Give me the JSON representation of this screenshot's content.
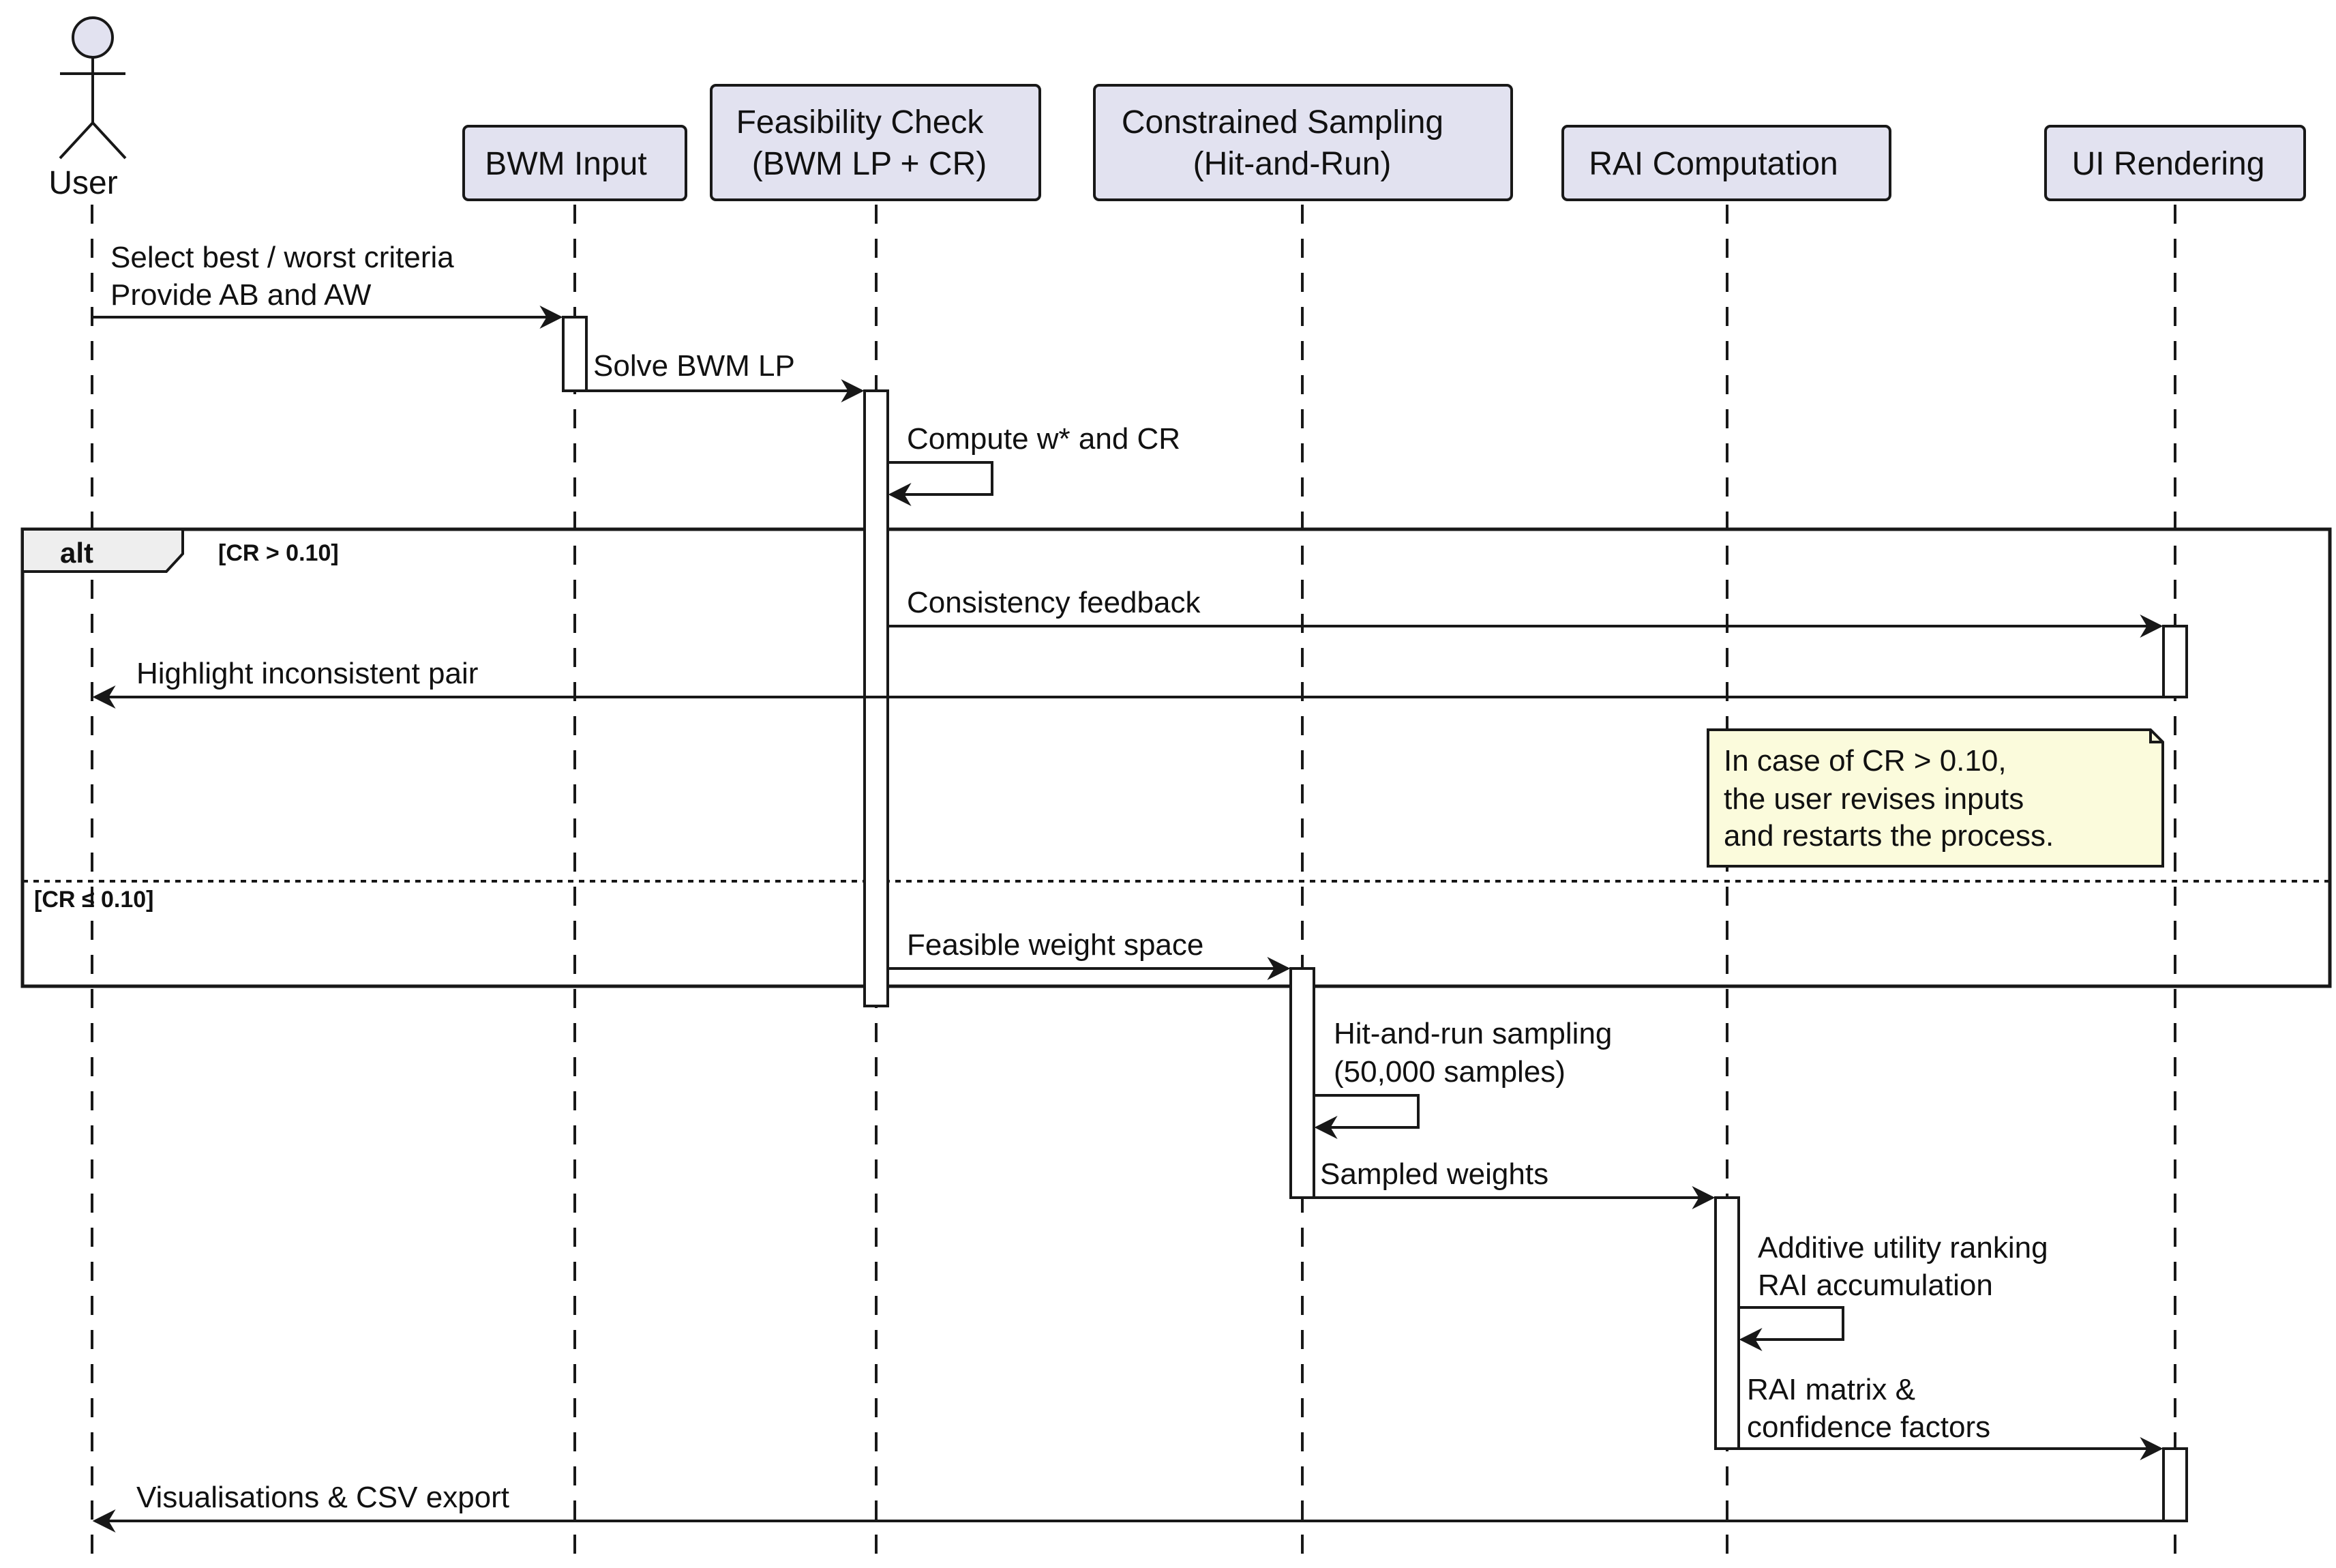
{
  "actor": {
    "label": "User"
  },
  "participants": [
    {
      "id": "bwm",
      "label": [
        "BWM Input"
      ]
    },
    {
      "id": "feas",
      "label": [
        "Feasibility Check",
        "(BWM LP + CR)"
      ]
    },
    {
      "id": "samp",
      "label": [
        "Constrained Sampling",
        "(Hit-and-Run)"
      ]
    },
    {
      "id": "rai",
      "label": [
        "RAI Computation"
      ]
    },
    {
      "id": "ui",
      "label": [
        "UI Rendering"
      ]
    }
  ],
  "messages": [
    {
      "from": "user",
      "to": "bwm",
      "lines": [
        "Select best / worst criteria",
        "Provide AB and AW"
      ]
    },
    {
      "from": "bwm",
      "to": "feas",
      "lines": [
        "Solve BWM LP"
      ]
    },
    {
      "from": "feas",
      "to": "feas",
      "lines": [
        "Compute w* and CR"
      ]
    },
    {
      "from": "feas",
      "to": "ui",
      "lines": [
        "Consistency feedback"
      ]
    },
    {
      "from": "ui",
      "to": "user",
      "lines": [
        "Highlight inconsistent pair"
      ]
    },
    {
      "from": "feas",
      "to": "samp",
      "lines": [
        "Feasible weight space"
      ]
    },
    {
      "from": "samp",
      "to": "samp",
      "lines": [
        "Hit-and-run sampling",
        "(50,000 samples)"
      ]
    },
    {
      "from": "samp",
      "to": "rai",
      "lines": [
        "Sampled weights"
      ]
    },
    {
      "from": "rai",
      "to": "rai",
      "lines": [
        "Additive utility ranking",
        "RAI accumulation"
      ]
    },
    {
      "from": "rai",
      "to": "ui",
      "lines": [
        "RAI matrix &",
        "confidence factors"
      ]
    },
    {
      "from": "ui",
      "to": "user",
      "lines": [
        "Visualisations & CSV export"
      ]
    }
  ],
  "alt_fragment": {
    "keyword": "alt",
    "guard_1": "[CR > 0.10]",
    "guard_2": "[CR ≤ 0.10]"
  },
  "note": {
    "lines": [
      "In case of CR > 0.10,",
      "the user revises inputs",
      "and restarts the process."
    ],
    "fill": "#fbfbdc"
  },
  "colors": {
    "participant_fill": "#e2e2f0",
    "line": "#181818",
    "alt_tab_fill": "#eeeeee"
  }
}
